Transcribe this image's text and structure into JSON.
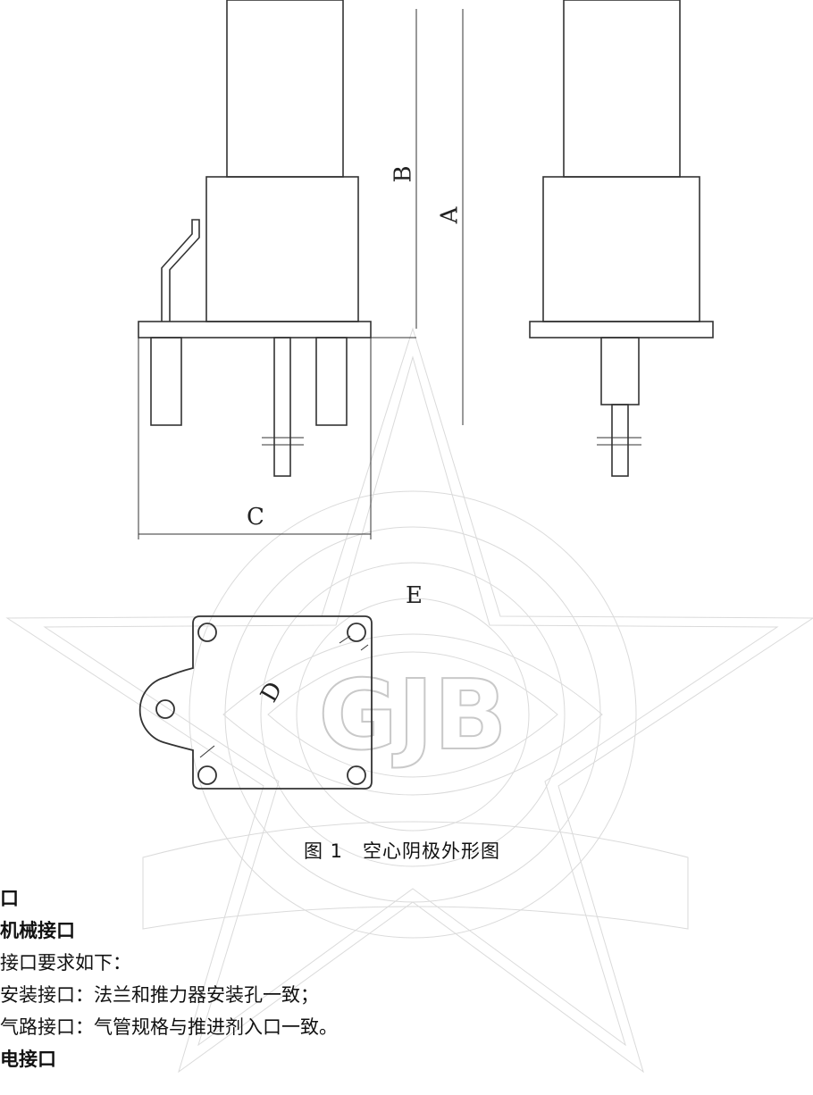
{
  "figure": {
    "dimension_labels": {
      "a": "A",
      "b": "B",
      "c": "C",
      "d": "D",
      "e": "E"
    },
    "caption": "图 1　空心阴极外形图",
    "watermark": "GJB"
  },
  "text": {
    "line1": "口",
    "line2": "机械接口",
    "line3": "接口要求如下：",
    "line4": "安装接口：法兰和推力器安装孔一致；",
    "line5": "气路接口：气管规格与推进剂入口一致。",
    "line6": "电接口"
  }
}
